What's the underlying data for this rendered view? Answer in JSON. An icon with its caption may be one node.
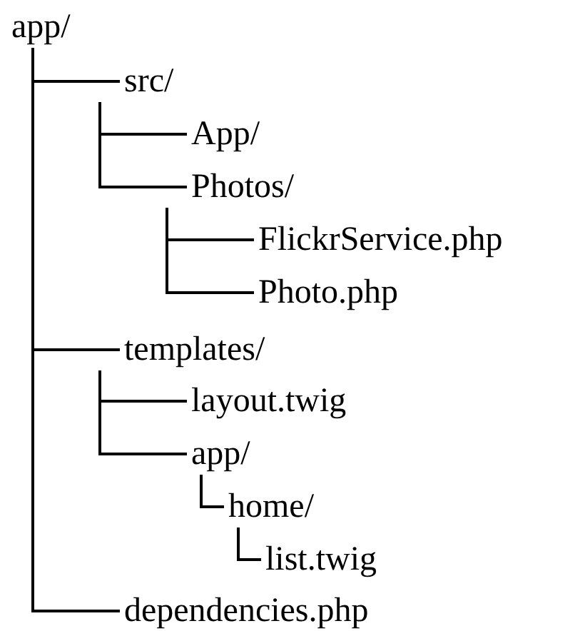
{
  "diagram": {
    "nodes": [
      {
        "text": [
          "app/"
        ]
      },
      {
        "text": [
          "src/"
        ]
      },
      {
        "text": [
          "App/"
        ]
      },
      {
        "text": [
          "Photos/"
        ]
      },
      {
        "text": [
          "FlickrService.php"
        ]
      },
      {
        "text": [
          "Photo.php"
        ]
      },
      {
        "text": [
          "templates/"
        ]
      },
      {
        "text": [
          "layout.twig"
        ]
      },
      {
        "text": [
          "app/"
        ]
      },
      {
        "text": [
          "home/"
        ]
      },
      {
        "text": [
          "list.twig"
        ]
      },
      {
        "text": [
          "dependencies.php"
        ]
      }
    ],
    "edges": [
      {
        "from": 0,
        "to": 1,
        "arrow": "none"
      },
      {
        "from": 1,
        "to": 2,
        "arrow": "none"
      },
      {
        "from": 1,
        "to": 3,
        "arrow": "none"
      },
      {
        "from": 3,
        "to": 4,
        "arrow": "none"
      },
      {
        "from": 3,
        "to": 5,
        "arrow": "none"
      },
      {
        "from": 0,
        "to": 6,
        "arrow": "none"
      },
      {
        "from": 6,
        "to": 7,
        "arrow": "none"
      },
      {
        "from": 6,
        "to": 8,
        "arrow": "none"
      },
      {
        "from": 8,
        "to": 9,
        "arrow": "none"
      },
      {
        "from": 9,
        "to": 10,
        "arrow": "none"
      },
      {
        "from": 0,
        "to": 11,
        "arrow": "none"
      }
    ]
  }
}
